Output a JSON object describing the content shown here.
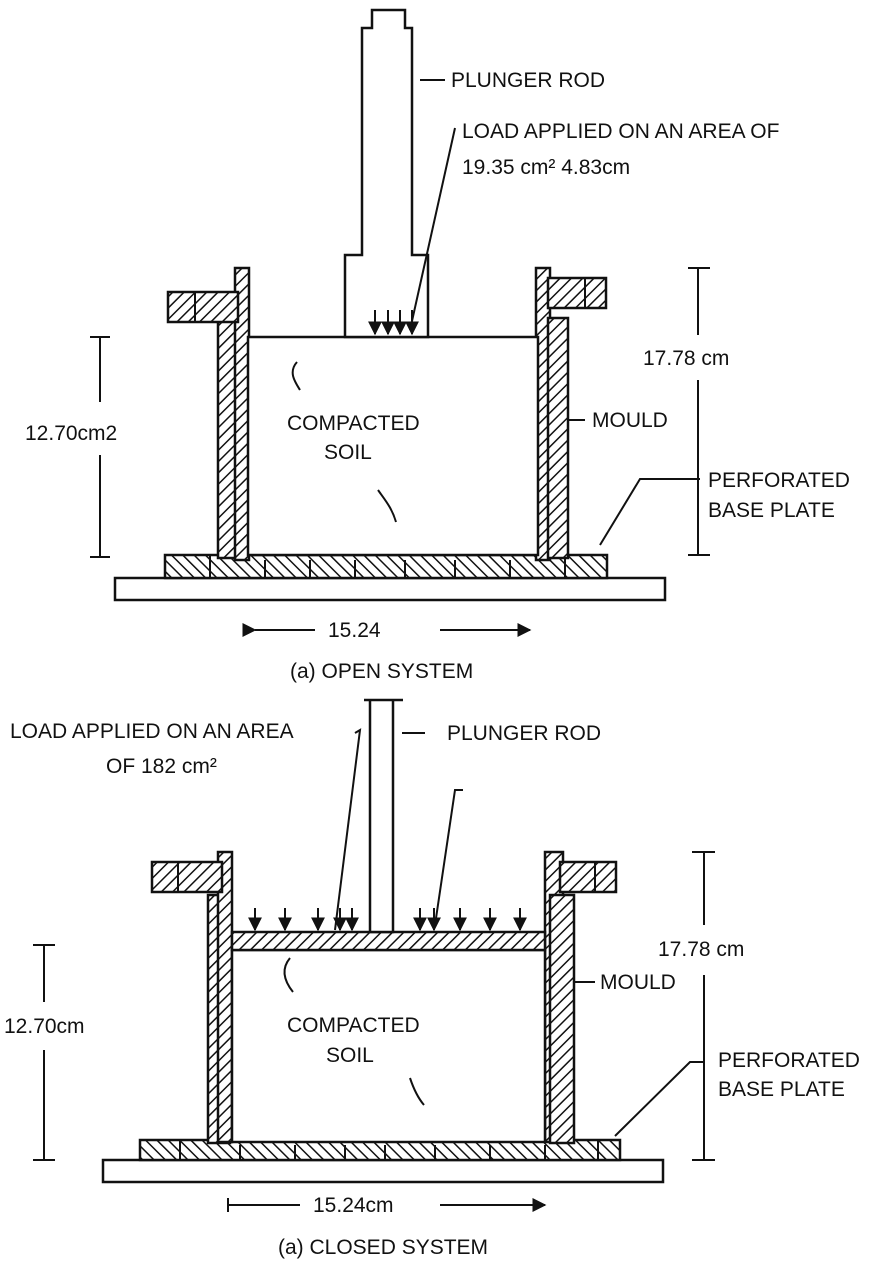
{
  "open_system": {
    "caption": "(a) OPEN SYSTEM",
    "labels": {
      "plunger_rod": "PLUNGER ROD",
      "load_line1": "LOAD APPLIED ON AN AREA OF",
      "load_line2": "19.35 cm² 4.83cm",
      "height_total": "17.78 cm",
      "height_soil": "12.70cm2",
      "mould": "MOULD",
      "compacted": "COMPACTED",
      "soil": "SOIL",
      "perforated": "PERFORATED",
      "base_plate": "BASE PLATE",
      "width": "15.24"
    }
  },
  "closed_system": {
    "caption": "(a) CLOSED SYSTEM",
    "labels": {
      "load_line1": "LOAD APPLIED ON AN AREA",
      "load_line2": "OF 182 cm²",
      "plunger_rod": "PLUNGER ROD",
      "height_total": "17.78 cm",
      "height_soil": "12.70cm",
      "mould": "MOULD",
      "compacted": "COMPACTED",
      "soil": "SOIL",
      "perforated": "PERFORATED",
      "base_plate": "BASE PLATE",
      "width": "15.24cm"
    }
  },
  "colors": {
    "ink": "#111111",
    "paper": "#ffffff"
  }
}
